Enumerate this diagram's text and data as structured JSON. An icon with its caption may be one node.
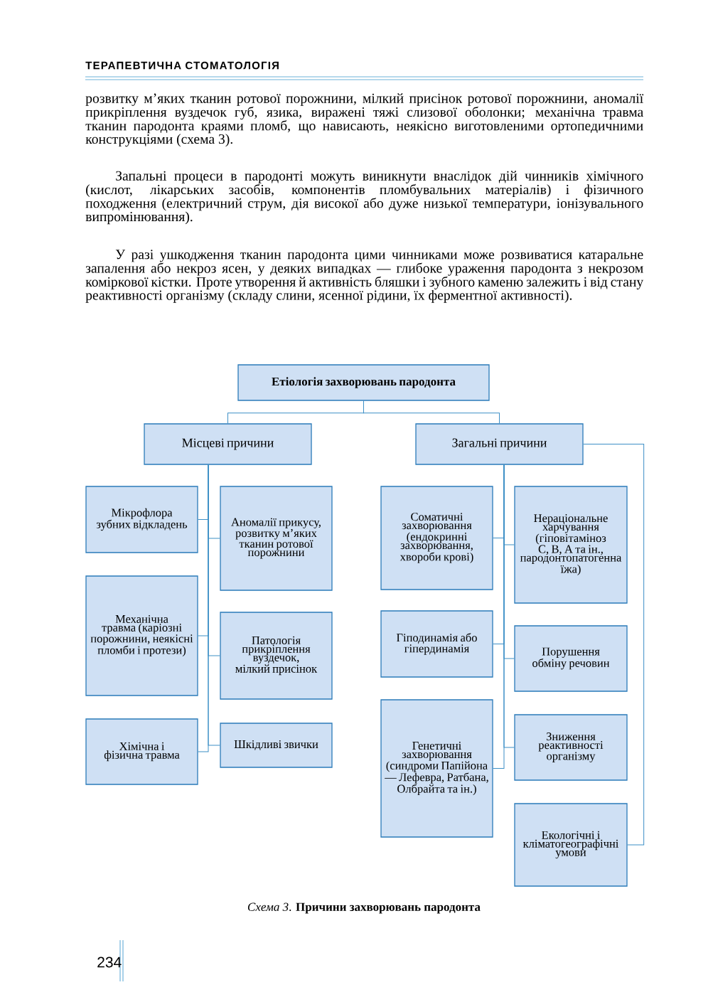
{
  "diagram": {
    "caption": "*Схема 3*. **Причини захворювань пародонта**",
    "nodes": [
      {
        "text": [
          "Етіологія захворювань пародонта"
        ]
      },
      {
        "text": [
          "Місцеві причини"
        ]
      },
      {
        "text": [
          "Загальні причини"
        ]
      },
      {
        "text": [
          "Мікрофлора зубних відкладень"
        ]
      },
      {
        "text": [
          "Аномалії прикусу, розвитку м’яких тканин ротової порожнини"
        ]
      },
      {
        "text": [
          "Механічна травма (каріозні порожнини, неякісні пломби і протези)"
        ]
      },
      {
        "text": [
          "Патологія прикріплення вуздечок, мілкий присінок"
        ]
      },
      {
        "text": [
          "Хімічна і фізична травма"
        ]
      },
      {
        "text": [
          "Шкідливі звички"
        ]
      },
      {
        "text": [
          "Соматичні захворювання (ендокринні захворювання, хвороби крові)"
        ]
      },
      {
        "text": [
          "Гіподинамія або гіпердинамія"
        ]
      },
      {
        "text": [
          "Генетичні захворювання (синдроми Папійона — Лефевра, Ратбана, Олбрайта та ін.)"
        ]
      },
      {
        "text": [
          "Нераціональне харчування (гіповітаміноз С, В, А та ін., пародонтопатогенна їжа)"
        ]
      },
      {
        "text": [
          "Порушення обміну речовин"
        ]
      },
      {
        "text": [
          "Зниження реактивності організму"
        ]
      },
      {
        "text": [
          "Екологічні і кліматогеографічні умови"
        ]
      }
    ],
    "edges": [
      {
        "from": 0,
        "to": 1,
        "arrow": "none"
      },
      {
        "from": 0,
        "to": 2,
        "arrow": "none"
      },
      {
        "from": 1,
        "to": 3,
        "arrow": "none"
      },
      {
        "from": 1,
        "to": 4,
        "arrow": "none"
      },
      {
        "from": 1,
        "to": 5,
        "arrow": "none"
      },
      {
        "from": 1,
        "to": 6,
        "arrow": "none"
      },
      {
        "from": 1,
        "to": 7,
        "arrow": "none"
      },
      {
        "from": 1,
        "to": 8,
        "arrow": "none"
      },
      {
        "from": 2,
        "to": 9,
        "arrow": "none"
      },
      {
        "from": 2,
        "to": 10,
        "arrow": "none"
      },
      {
        "from": 2,
        "to": 11,
        "arrow": "none"
      },
      {
        "from": 2,
        "to": 12,
        "arrow": "none"
      },
      {
        "from": 2,
        "to": 13,
        "arrow": "none"
      },
      {
        "from": 2,
        "to": 14,
        "arrow": "none"
      },
      {
        "from": 2,
        "to": 15,
        "arrow": "none"
      }
    ],
    "labels": [
      "ТЕРАПЕВТИЧНА СТОМАТОЛОГІЯ",
      "розвитку м’яких тканин ротової порожнини, мілкий присінок ротової порожнини, аномалії прикріплення вуздечок губ, язика, виражені тяжі слизової оболонки; механічна травма тканин пародонта краями пломб, що нависають, неякісно виготовленими ортопедичними конструкціями (схема 3).",
      "Запальні процеси в пародонті можуть виникнути внаслідок дій чинників хімічного (кислот, лікарських засобів, компонентів пломбувальних матеріалів) і фізичного походження (електричний струм, дія високої або дуже низької температури, іонізувального випромінювання).",
      "У разі ушкодження тканин пародонта цими чинниками може розвиватися катаральне запалення або некроз ясен, у деяких випадках — глибоке ураження пародонта з некрозом коміркової кістки. Проте утворення й активність бляшки і зубного каменю залежить і від стану реактивності організму (складу слини, ясенної рідини, їх ферментної активності).",
      "234"
    ]
  }
}
